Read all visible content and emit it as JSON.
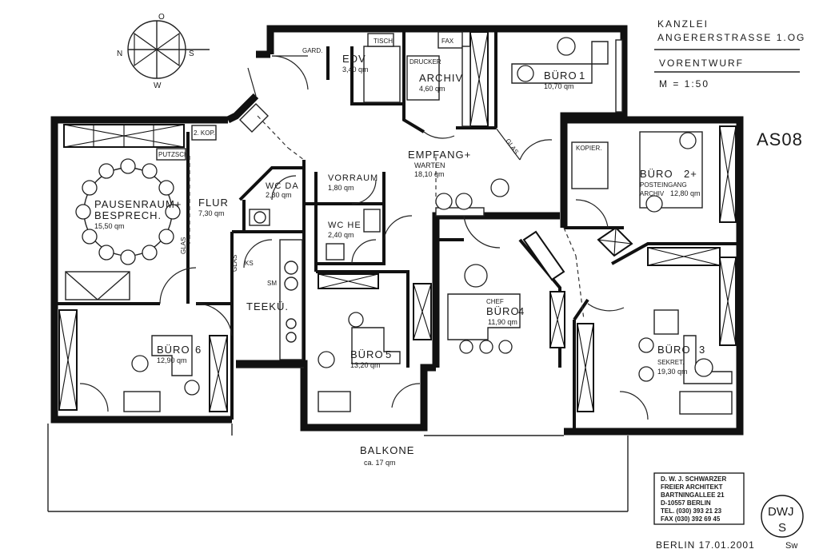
{
  "header": {
    "line1": "KANZLEI",
    "line2": "ANGERERSTRASSE 1.OG",
    "line3": "VORENTWURF",
    "scale": "M = 1:50",
    "code": "AS08"
  },
  "compass": {
    "north": "N",
    "east": "O",
    "south": "S",
    "west": "W"
  },
  "rooms": [
    {
      "id": "edv",
      "name": "EDV",
      "area": "3,40 qm"
    },
    {
      "id": "archiv",
      "name": "ARCHIV",
      "area": "4,60 qm"
    },
    {
      "id": "buero1",
      "name": "BÜRO",
      "num": "1",
      "area": "10,70 qm"
    },
    {
      "id": "empfang",
      "name": "EMPFANG+",
      "sub": "WARTEN",
      "area": "18,10 qm"
    },
    {
      "id": "buero2",
      "name": "BÜRO",
      "num": "2+",
      "sub1": "POSTEINGANG",
      "sub2": "ARCHIV",
      "area": "12,80 qm"
    },
    {
      "id": "pausenraum",
      "name": "PAUSENRAUM+",
      "sub": "BESPRECH.",
      "area": "15,50 qm"
    },
    {
      "id": "flur",
      "name": "FLUR",
      "area": "7,30 qm"
    },
    {
      "id": "wcda",
      "name": "WC DA",
      "area": "2,30 qm"
    },
    {
      "id": "vorraum",
      "name": "VORRAUM",
      "area": "1,80 qm"
    },
    {
      "id": "wche",
      "name": "WC HE",
      "area": "2,40 qm"
    },
    {
      "id": "teekue",
      "name": "TEEKÜ."
    },
    {
      "id": "chef",
      "pre": "CHEF",
      "name": "BÜRO",
      "num": "4",
      "area": "11,90 qm"
    },
    {
      "id": "buero3",
      "name": "BÜRO",
      "num": "3",
      "sub": "SEKRET.",
      "area": "19,30 qm"
    },
    {
      "id": "buero6",
      "name": "BÜRO",
      "num": "6",
      "area": "12,90 qm"
    },
    {
      "id": "buero5",
      "name": "BÜRO",
      "num": "5",
      "area": "13,20 qm"
    },
    {
      "id": "balkone",
      "name": "BALKONE",
      "area": "ca. 17 qm"
    }
  ],
  "labels": {
    "gard": "GARD.",
    "tisch": "TISCH",
    "fax": "FAX",
    "drucker": "DRUCKER",
    "glas": "GLAS",
    "kopier": "KOPIER.",
    "kop2": "2. KOP.",
    "putzschr": "PUTZSCH.",
    "ks": "KS",
    "sm": "SM"
  },
  "stamp": {
    "line1": "D. W. J. SCHWARZER",
    "line2": "FREIER ARCHITEKT",
    "line3": "BARTNINGALLEE 21",
    "line4": "D-10557 BERLIN",
    "line5": "TEL. (030) 393 21 23",
    "line6": "FAX (030) 392 69 45",
    "mono_top": "DWJ",
    "mono_bottom": "S"
  },
  "footer": {
    "date": "BERLIN 17.01.2001",
    "initials": "Sw"
  }
}
